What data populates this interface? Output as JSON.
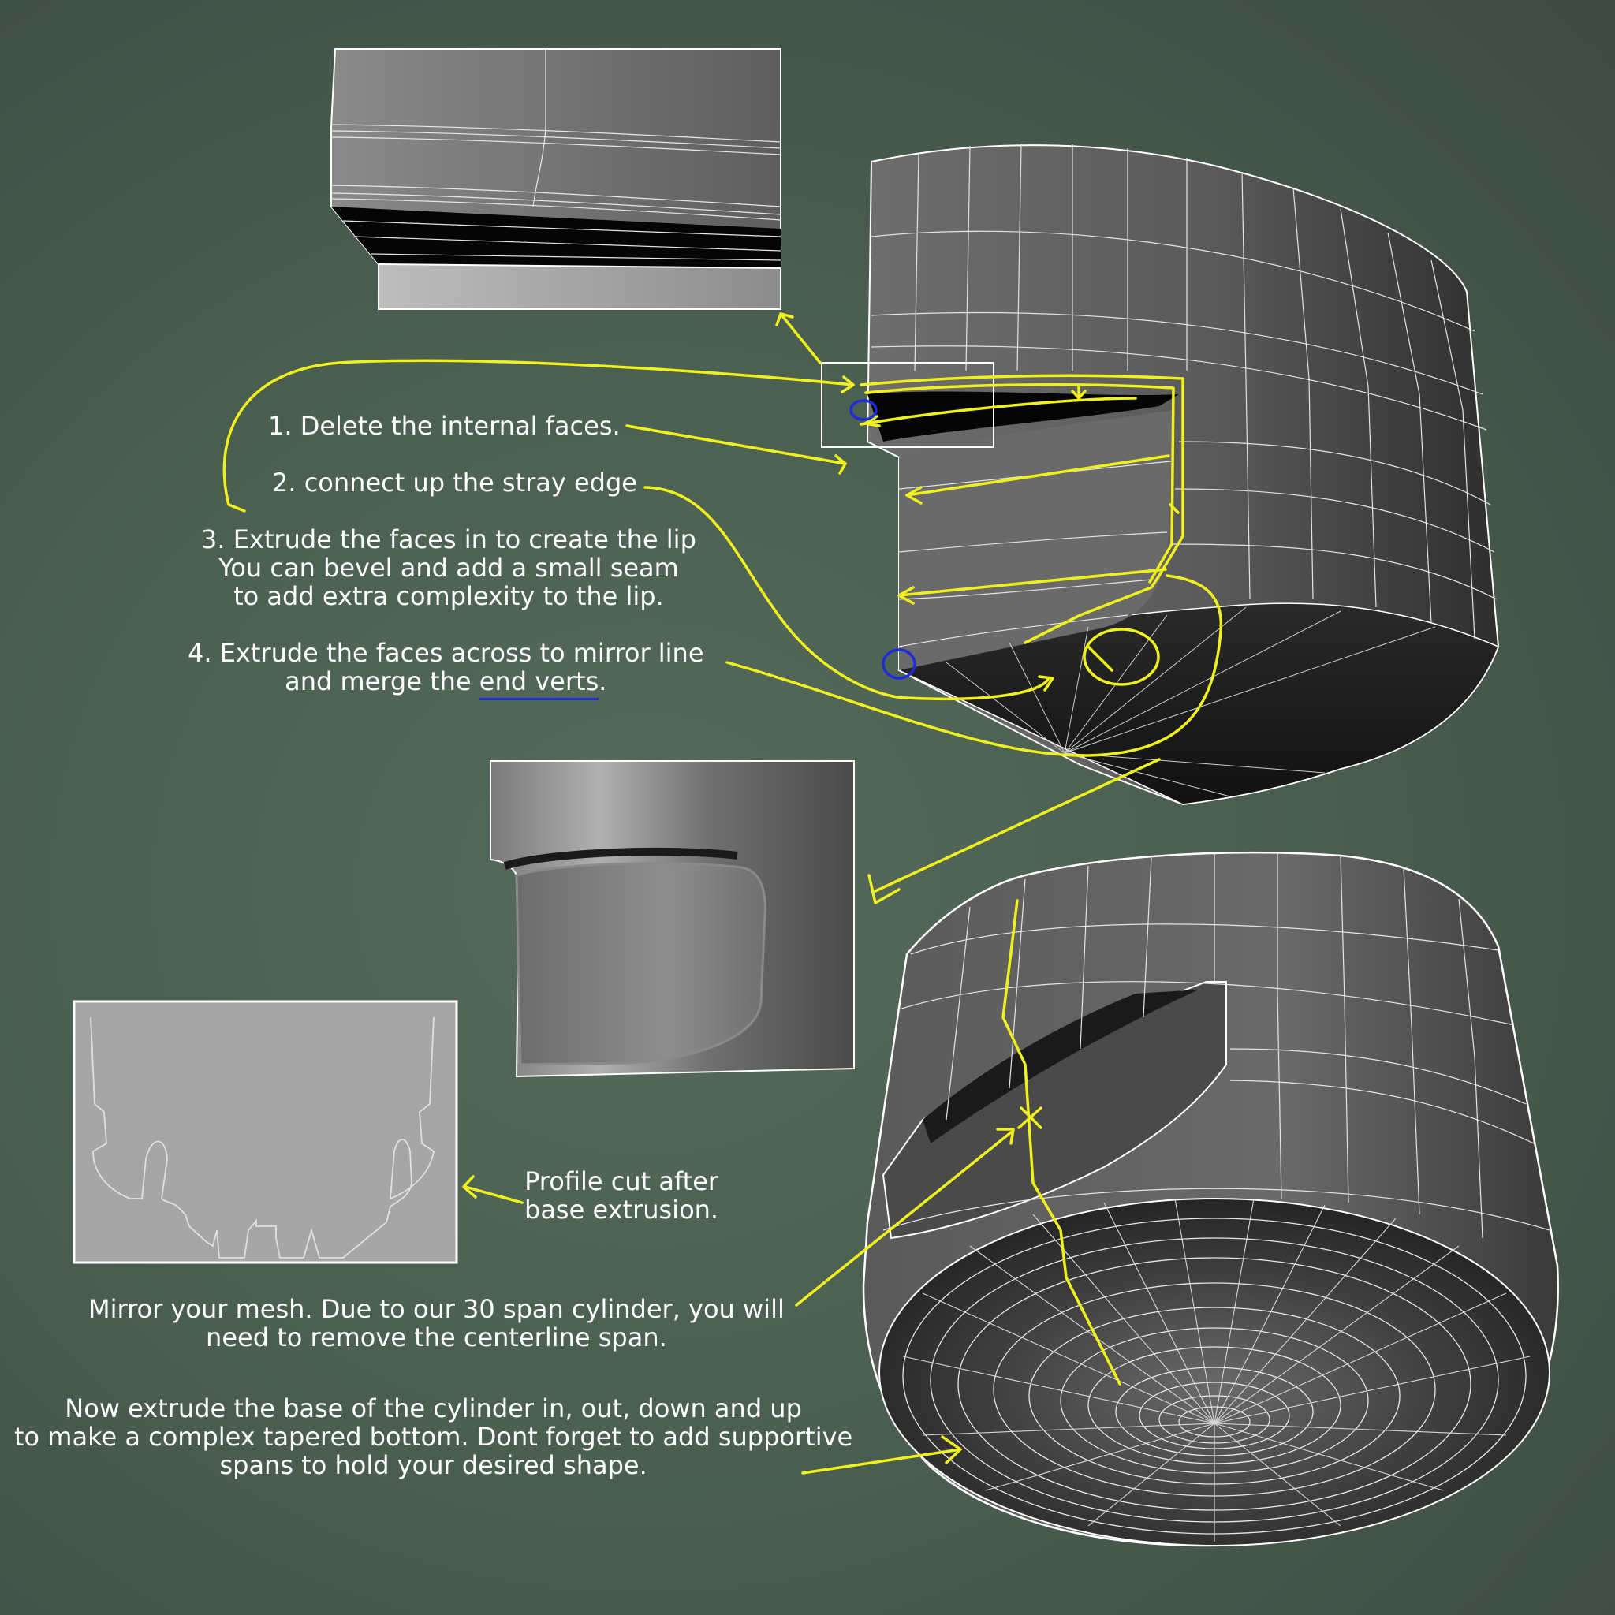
{
  "colors": {
    "background": "#4b5f51",
    "annotation": "#f0f01e",
    "highlight_circle": "#1d2bd8",
    "text": "#ffffff"
  },
  "steps": {
    "step1": "1. Delete the internal faces.",
    "step2": "2. connect up the stray edge",
    "step3_line1": "3. Extrude the faces in to create the lip",
    "step3_line2": "You can bevel and add a small seam",
    "step3_line3": "to add extra complexity to the lip.",
    "step4_line1": "4. Extrude the faces across to mirror line",
    "step4_line2_prefix": "and merge the ",
    "step4_line2_underlined": "end verts",
    "step4_line2_suffix": "."
  },
  "profile_note": {
    "line1": "Profile cut after",
    "line2": "base extrusion."
  },
  "mirror_note": {
    "line1": "Mirror your mesh. Due to our 30 span cylinder, you will",
    "line2": "need to remove the centerline span."
  },
  "base_note": {
    "line1": "Now extrude the base of the cylinder in, out, down and up",
    "line2": "to make a complex tapered bottom. Dont forget to add supportive",
    "line3": "spans to hold your desired shape."
  }
}
